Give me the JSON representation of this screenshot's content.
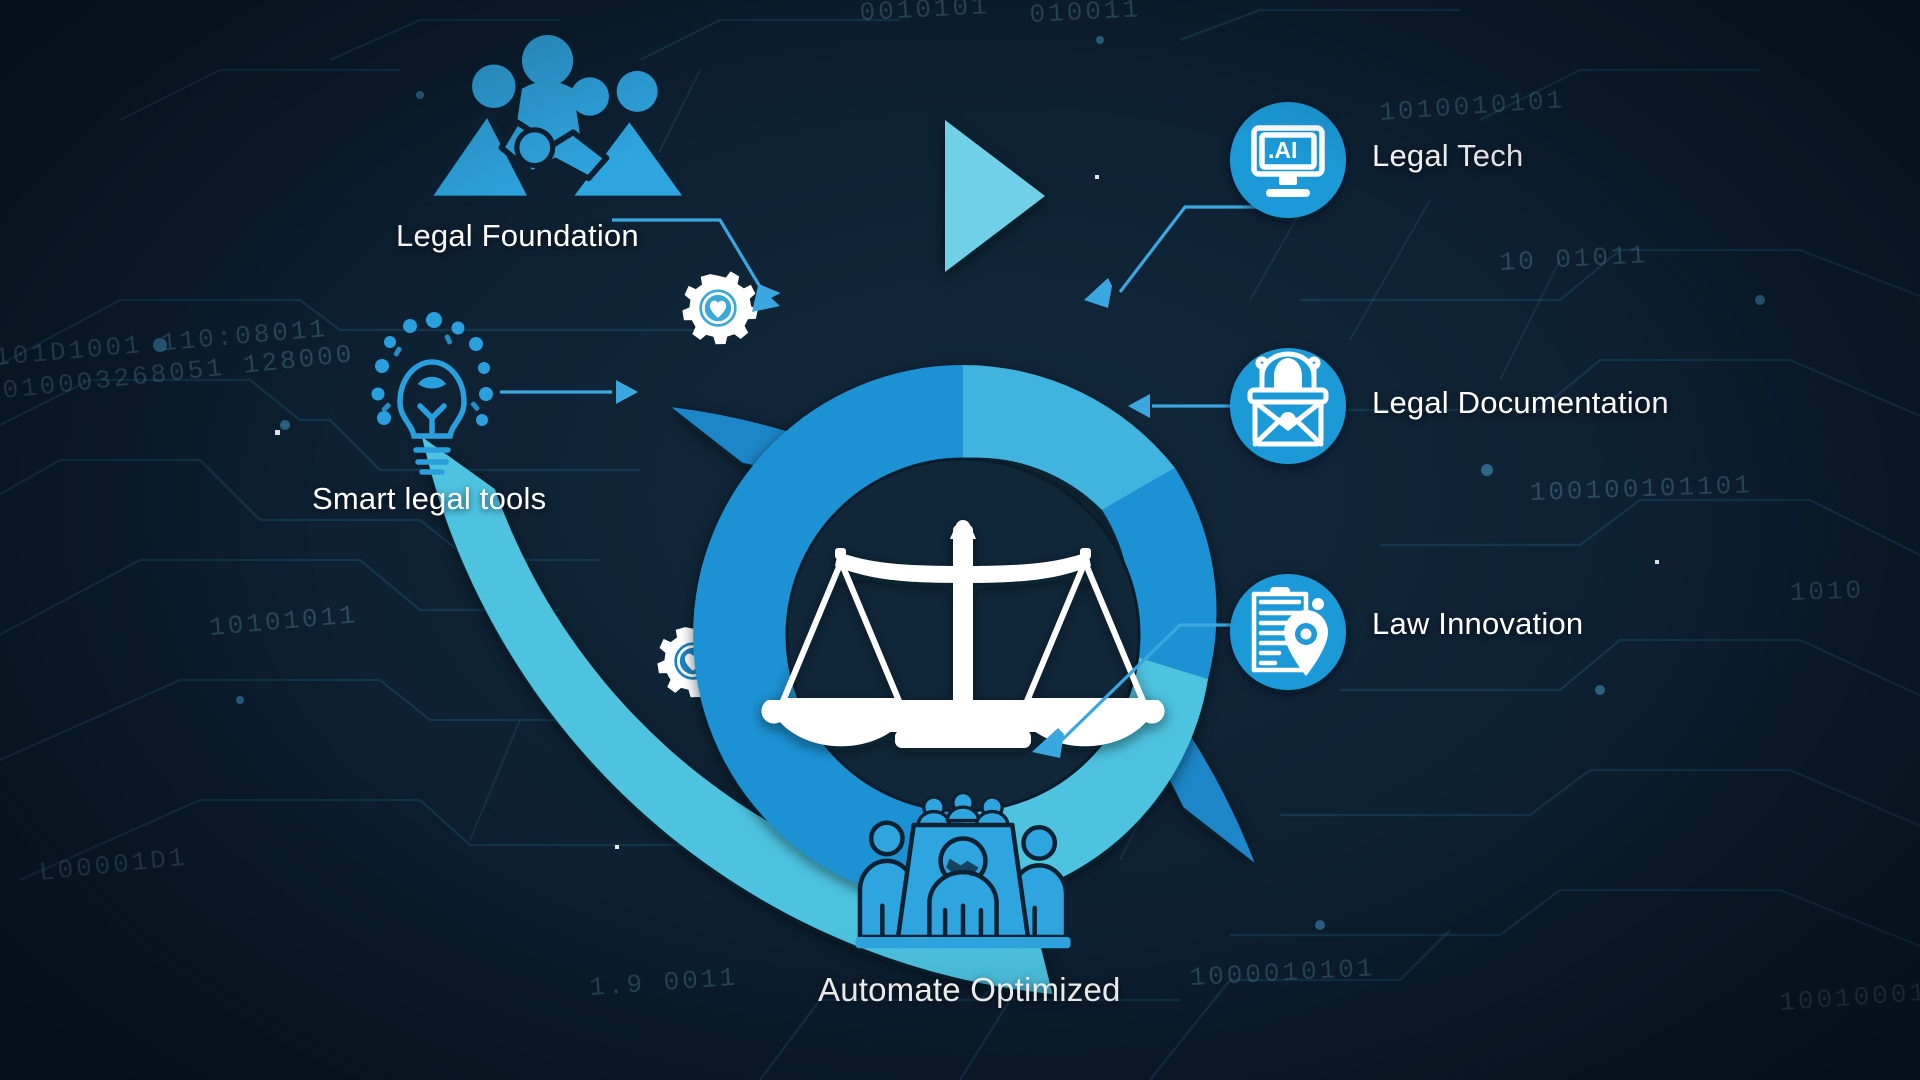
{
  "diagram": {
    "title_visible": false,
    "center": {
      "icon": "scales-of-justice-icon",
      "icon_color": "#ffffff",
      "hub_color": "#10273a"
    },
    "colors": {
      "background": "#0e2133",
      "accent_light": "#4ec3e0",
      "accent_mid": "#31a8dd",
      "accent_strong": "#1a86c8",
      "accent_deep": "#1778bd",
      "icon_white": "#ffffff",
      "connector": "#3ba7e0",
      "circuit": "#1d4a66"
    },
    "outer_arc": {
      "name": "process-arrow-arc",
      "has_arrowhead": true,
      "arrowhead_direction": "clockwise-top-right",
      "segments": [
        {
          "name": "outer-segment-upper",
          "color": "#4ec3e0",
          "badge": "gear-heart-icon"
        },
        {
          "name": "outer-segment-lower",
          "color": "#1a86c8",
          "badge": "gear-heart-icon"
        }
      ]
    },
    "inner_ring": {
      "name": "inner-donut-ring",
      "segments": [
        {
          "name": "ring-segment-left",
          "label": "",
          "color": "#1f92d4",
          "start_deg": 180,
          "end_deg": 360
        },
        {
          "name": "ring-segment-top-right",
          "label": "",
          "color": "#3fb4de",
          "start_deg": 0,
          "end_deg": 52
        },
        {
          "name": "ring-segment-mid-right",
          "label": "",
          "color": "#1f92d4",
          "start_deg": 52,
          "end_deg": 104
        },
        {
          "name": "ring-segment-bottom-right",
          "label": "",
          "color": "#4ec3e0",
          "start_deg": 104,
          "end_deg": 180
        }
      ]
    },
    "nodes": [
      {
        "id": "legal-foundation",
        "label": "Legal Foundation",
        "icon": "people-group-icon",
        "icon_style": "flat-blue",
        "side": "left",
        "connector": "elbow-arrow-down-right"
      },
      {
        "id": "smart-legal-tools",
        "label": "Smart legal tools",
        "icon": "lightbulb-idea-icon",
        "icon_style": "outline-blue",
        "side": "left",
        "connector": "straight-arrow-right"
      },
      {
        "id": "legal-tech",
        "label": "Legal Tech",
        "icon": "monitor-ai-icon",
        "icon_badge_text": ".AI",
        "icon_style": "circle-badge",
        "side": "right",
        "connector": "elbow-arrow-down-left"
      },
      {
        "id": "legal-documentation",
        "label": "Legal Documentation",
        "icon": "envelope-mail-icon",
        "icon_style": "circle-badge",
        "side": "right",
        "connector": "straight-arrow-left"
      },
      {
        "id": "law-innovation",
        "label": "Law Innovation",
        "icon": "document-location-pin-icon",
        "icon_style": "circle-badge",
        "side": "right",
        "connector": "elbow-arrow-down-left"
      },
      {
        "id": "automate-optimized",
        "label": "Automate Optimized",
        "icon": "courtroom-panel-icon",
        "icon_style": "flat-blue",
        "side": "bottom",
        "connector": "none"
      }
    ]
  }
}
